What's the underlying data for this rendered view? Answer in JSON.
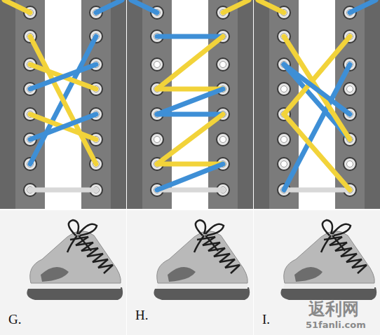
{
  "diagram": {
    "labels": [
      "G.",
      "H.",
      "I.",
      "返利网",
      "51fanli.com"
    ]
  }
}
